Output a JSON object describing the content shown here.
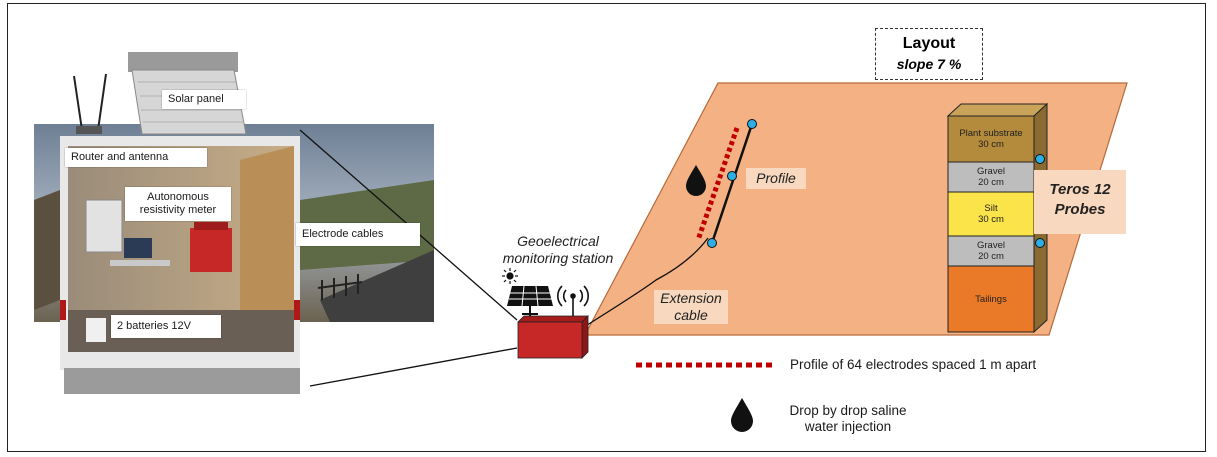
{
  "layout": {
    "title": "Layout",
    "slope": "slope 7 %"
  },
  "photo_labels": {
    "solar_panel": "Solar panel",
    "router": "Router and antenna",
    "meter_line1": "Autonomous",
    "meter_line2": "resistivity meter",
    "electrode_cables": "Electrode cables",
    "batteries": "2 batteries 12V"
  },
  "station": {
    "line1": "Geoelectrical",
    "line2": "monitoring station"
  },
  "extension": {
    "line1": "Extension",
    "line2": "cable"
  },
  "profile_label": "Profile",
  "column_layers": [
    {
      "name": "Plant substrate",
      "thickness": "30 cm",
      "color": "#b48a3c"
    },
    {
      "name": "Gravel",
      "thickness": "20 cm",
      "color": "#bdbdbd"
    },
    {
      "name": "Silt",
      "thickness": "30 cm",
      "color": "#fbe34a"
    },
    {
      "name": "Gravel",
      "thickness": "20 cm",
      "color": "#bdbdbd"
    },
    {
      "name": "Tailings",
      "thickness": "",
      "color": "#ea7a28"
    }
  ],
  "probes": {
    "line1": "Teros 12",
    "line2": "Probes"
  },
  "legend": {
    "electrodes": "Profile of 64 electrodes spaced 1 m apart",
    "drop_line1": "Drop by drop saline",
    "drop_line2": "water injection"
  },
  "colors": {
    "field": "#f4b183",
    "electrode_red": "#c00000",
    "probe_blue": "#2eaee6",
    "station_red": "#c62828"
  },
  "icons": [
    "solar-panel-icon",
    "antenna-signal-icon",
    "water-drop-icon",
    "sun-icon"
  ]
}
